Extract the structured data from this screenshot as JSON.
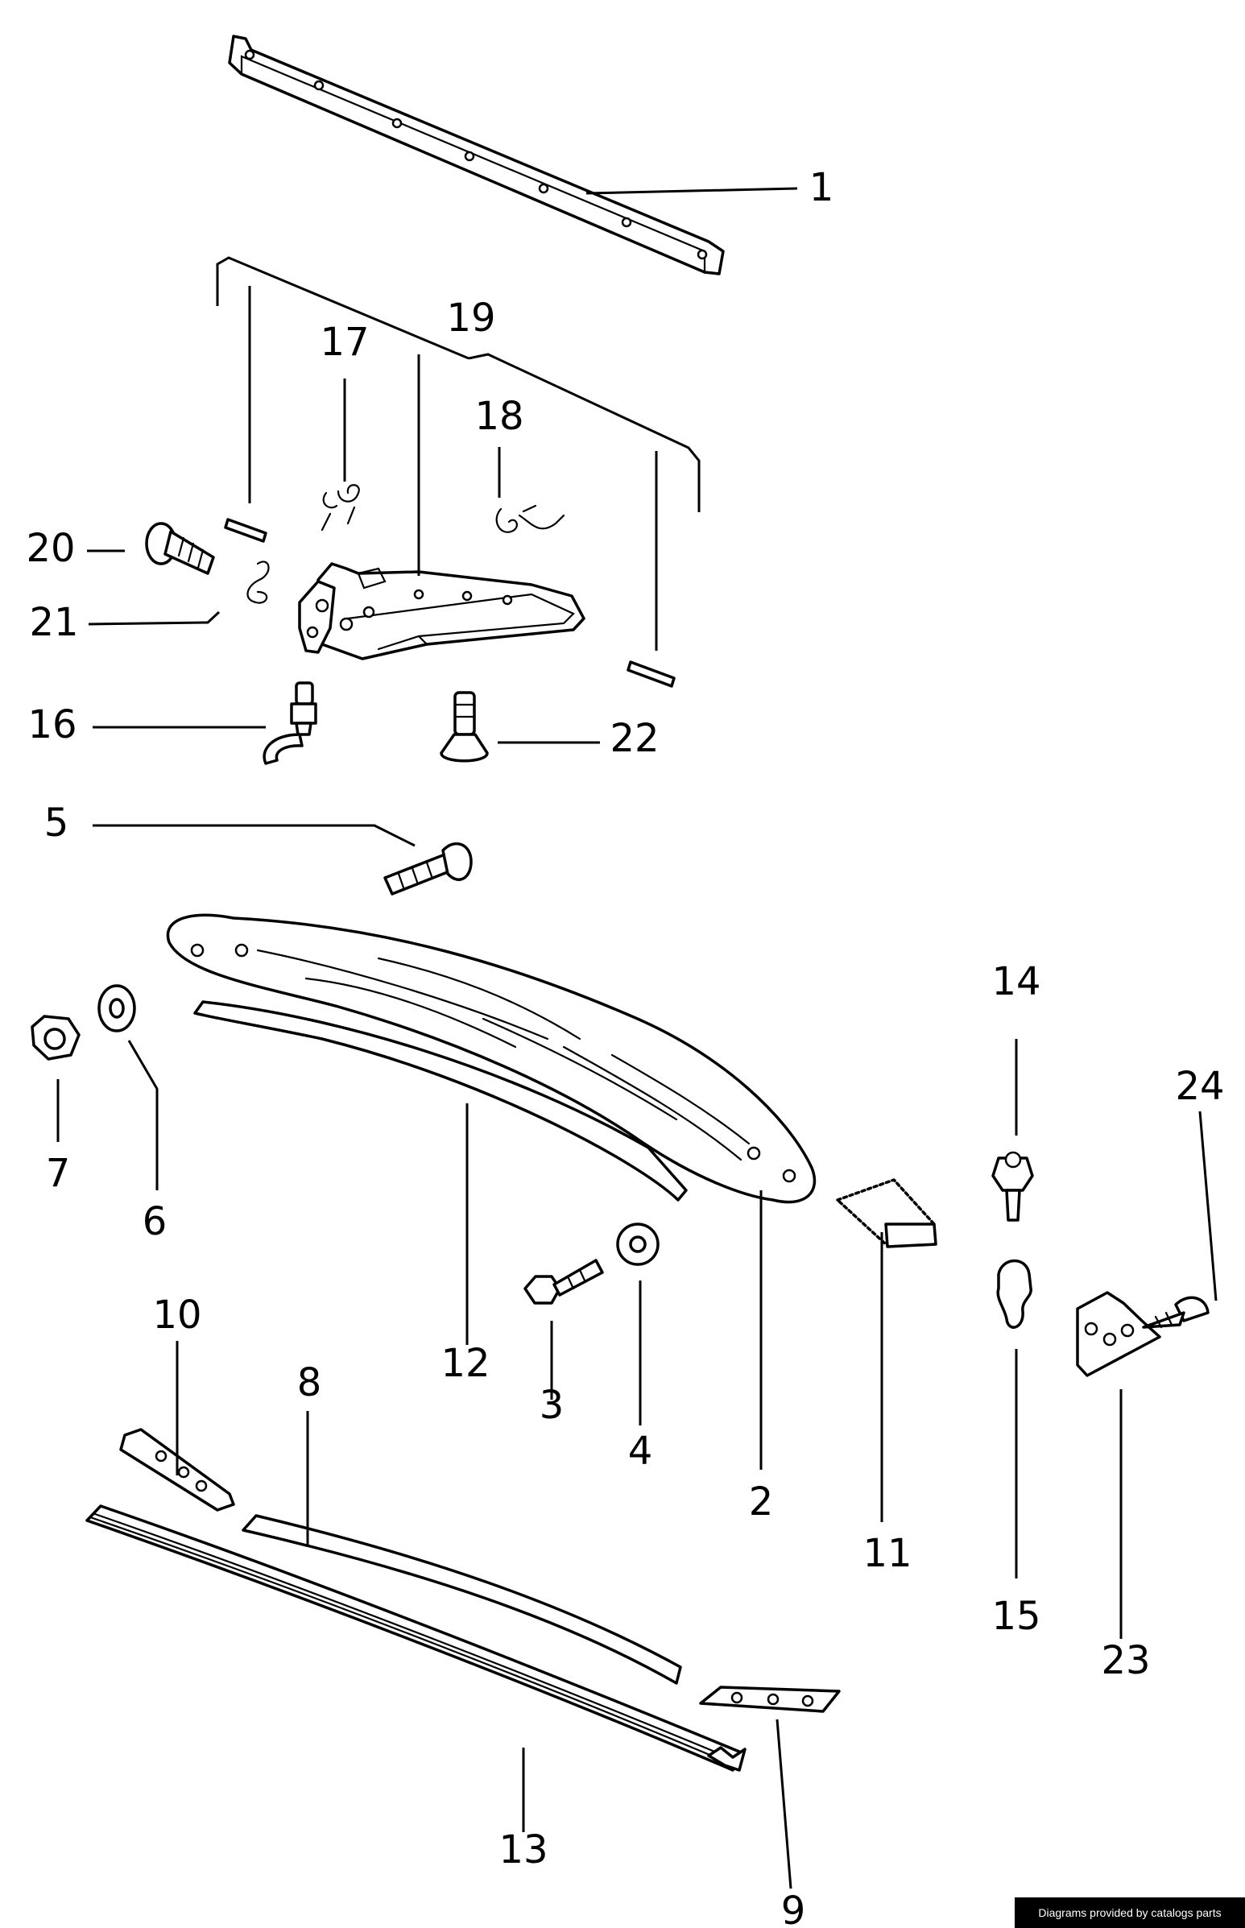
{
  "callouts": [
    {
      "id": "1",
      "label": "1"
    },
    {
      "id": "2",
      "label": "2"
    },
    {
      "id": "3",
      "label": "3"
    },
    {
      "id": "4",
      "label": "4"
    },
    {
      "id": "5",
      "label": "5"
    },
    {
      "id": "6",
      "label": "6"
    },
    {
      "id": "7",
      "label": "7"
    },
    {
      "id": "8",
      "label": "8"
    },
    {
      "id": "9",
      "label": "9"
    },
    {
      "id": "10",
      "label": "10"
    },
    {
      "id": "11",
      "label": "11"
    },
    {
      "id": "12",
      "label": "12"
    },
    {
      "id": "13",
      "label": "13"
    },
    {
      "id": "14",
      "label": "14"
    },
    {
      "id": "15",
      "label": "15"
    },
    {
      "id": "16",
      "label": "16"
    },
    {
      "id": "17",
      "label": "17"
    },
    {
      "id": "18",
      "label": "18"
    },
    {
      "id": "19",
      "label": "19"
    },
    {
      "id": "20",
      "label": "20"
    },
    {
      "id": "21",
      "label": "21"
    },
    {
      "id": "22",
      "label": "22"
    },
    {
      "id": "23",
      "label": "23"
    },
    {
      "id": "24",
      "label": "24"
    }
  ],
  "credit": "Diagrams provided by catalogs parts"
}
